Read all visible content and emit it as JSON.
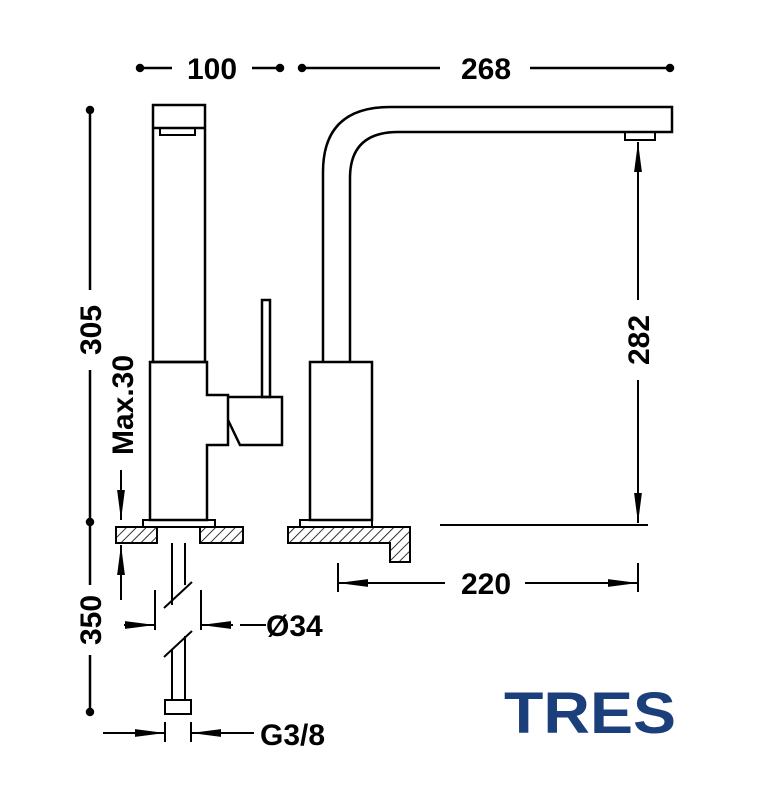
{
  "dimensions": {
    "handle_width": "100",
    "spout_reach": "268",
    "total_height": "305",
    "spout_height": "282",
    "max_counter_thickness": "Max.30",
    "hose_length": "350",
    "hole_diameter": "Ø34",
    "connection": "G3/8",
    "base_to_spout": "220"
  },
  "brand": {
    "name": "TRES",
    "color": "#1b3f7a"
  },
  "line_color": "#000000"
}
